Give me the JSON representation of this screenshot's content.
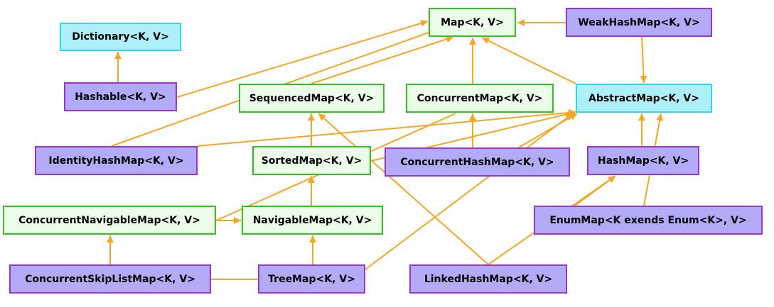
{
  "colors": {
    "edge": "#f5a623",
    "interface_fill": "#ecfdea",
    "interface_border": "#33c21f",
    "abstract_fill": "#aef0f9",
    "abstract_border": "#2fd9e8",
    "class_fill": "#b3aaf8",
    "class_border": "#9a35d2"
  },
  "nodes": {
    "map": "Map<K, V>",
    "weakhashmap": "WeakHashMap<K, V>",
    "dictionary": "Dictionary<K, V>",
    "hashable": "Hashable<K, V>",
    "sequencedmap": "SequencedMap<K, V>",
    "concurrentmap": "ConcurrentMap<K, V>",
    "abstractmap": "AbstractMap<K, V>",
    "identityhashmap": "IdentityHashMap<K, V>",
    "sortedmap": "SortedMap<K, V>",
    "concurrenthashmap": "ConcurrentHashMap<K, V>",
    "hashmap": "HashMap<K, V>",
    "concurrentnavigablemap": "ConcurrentNavigableMap<K, V>",
    "navigablemap": "NavigableMap<K, V>",
    "enummap": "EnumMap<K exends Enum<K>, V>",
    "concurrentskiplistmap": "ConcurrentSkipListMap<K, V>",
    "treemap": "TreeMap<K, V>",
    "linkedhashmap": "LinkedHashMap<K, V>"
  },
  "edges": [
    {
      "from": "weakhashmap",
      "to": "map"
    },
    {
      "from": "weakhashmap",
      "to": "abstractmap"
    },
    {
      "from": "hashable",
      "to": "dictionary"
    },
    {
      "from": "hashable",
      "to": "map"
    },
    {
      "from": "identityhashmap",
      "to": "map"
    },
    {
      "from": "identityhashmap",
      "to": "abstractmap"
    },
    {
      "from": "sequencedmap",
      "to": "map"
    },
    {
      "from": "concurrentmap",
      "to": "map"
    },
    {
      "from": "abstractmap",
      "to": "map"
    },
    {
      "from": "sortedmap",
      "to": "sequencedmap"
    },
    {
      "from": "sortedmap",
      "to": "abstractmap"
    },
    {
      "from": "concurrenthashmap",
      "to": "concurrentmap"
    },
    {
      "from": "concurrenthashmap",
      "to": "abstractmap"
    },
    {
      "from": "hashmap",
      "to": "abstractmap"
    },
    {
      "from": "navigablemap",
      "to": "sortedmap"
    },
    {
      "from": "concurrentnavigablemap",
      "to": "navigablemap"
    },
    {
      "from": "concurrentnavigablemap",
      "to": "concurrentmap"
    },
    {
      "from": "concurrentskiplistmap",
      "to": "concurrentnavigablemap"
    },
    {
      "from": "concurrentskiplistmap",
      "to": "abstractmap"
    },
    {
      "from": "treemap",
      "to": "navigablemap"
    },
    {
      "from": "treemap",
      "to": "abstractmap"
    },
    {
      "from": "linkedhashmap",
      "to": "sequencedmap"
    },
    {
      "from": "linkedhashmap",
      "to": "hashmap"
    },
    {
      "from": "enummap",
      "to": "hashmap"
    },
    {
      "from": "enummap",
      "to": "abstractmap"
    }
  ]
}
